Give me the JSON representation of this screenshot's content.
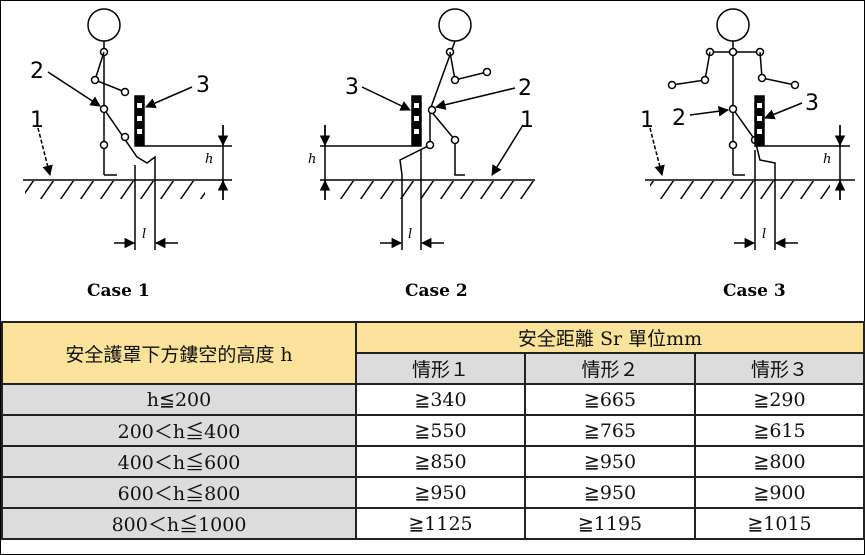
{
  "cases": [
    {
      "label": "Case 1",
      "callouts": [
        "1",
        "2",
        "3"
      ],
      "dims": [
        "h",
        "l"
      ]
    },
    {
      "label": "Case 2",
      "callouts": [
        "1",
        "2",
        "3"
      ],
      "dims": [
        "h",
        "l"
      ]
    },
    {
      "label": "Case 3",
      "callouts": [
        "1",
        "2",
        "3"
      ],
      "dims": [
        "h",
        "l"
      ]
    }
  ],
  "table": {
    "row_header": "安全護罩下方鏤空的高度 h",
    "group_header": "安全距離 Sr 單位mm",
    "columns": [
      "情形１",
      "情形２",
      "情形３"
    ],
    "rows": [
      {
        "h": "h≦200",
        "values": [
          "≧340",
          "≧665",
          "≧290"
        ]
      },
      {
        "h": "200＜h≦400",
        "values": [
          "≧550",
          "≧765",
          "≧615"
        ]
      },
      {
        "h": "400＜h≦600",
        "values": [
          "≧850",
          "≧950",
          "≧800"
        ]
      },
      {
        "h": "600＜h≦800",
        "values": [
          "≧950",
          "≧950",
          "≧900"
        ]
      },
      {
        "h": "800＜h≦1000",
        "values": [
          "≧1125",
          "≧1195",
          "≧1015"
        ]
      }
    ]
  }
}
